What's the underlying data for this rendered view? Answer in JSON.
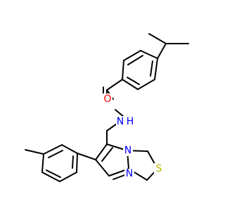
{
  "molecule": {
    "atoms": {
      "O": {
        "text": "O",
        "color": "#ff0000"
      },
      "NH": {
        "text": "N",
        "h": "H",
        "color": "#0000ff"
      },
      "N_ring": {
        "text": "N",
        "color": "#0000ff"
      },
      "N_ring2": {
        "text": "N",
        "color": "#0000ff"
      },
      "S": {
        "text": "S",
        "color": "#b8b800"
      }
    }
  }
}
